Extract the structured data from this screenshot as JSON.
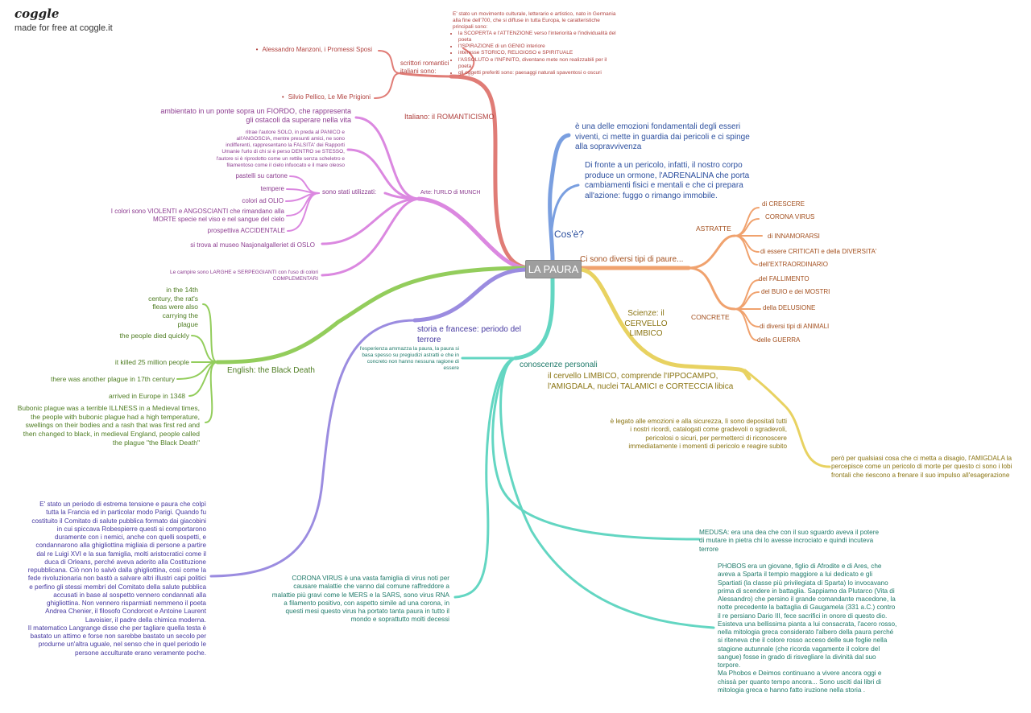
{
  "app": {
    "logo": "coggle",
    "tagline": "made for free at coggle.it"
  },
  "root": {
    "label": "LA PAURA"
  },
  "colors": {
    "red": "#e07c76",
    "violet": "#db88e0",
    "green": "#93cd5c",
    "purple": "#9b8ce0",
    "blue": "#7a9fe0",
    "orange": "#f0a26e",
    "yellow": "#e8d261",
    "teal": "#63d6c2"
  },
  "italiano": {
    "label": "Italiano: il ROMANTICISMO",
    "intro": "E' stato un movimento culturale, letterario e artistico, nato in Germania alla fine dell'700, che si diffuse in tutta Europa, le caratteristiche principali sono:",
    "points": [
      "la SCOPERTA e l'ATTENZIONE verso l'interiorità e l'individualità del poeta",
      "l'ISPIRAZIONE di un GENIO interiore",
      "interesse STORICO, RELIGIOSO e SPIRITUALE",
      "l'ASSOLUTO e l'INFINITO, diventano mete non realizzabili per il poeta",
      "gli oggetti preferiti sono: paesaggi naturali spaventosi o oscuri"
    ],
    "scrittori_label": "scrittori romantici\nitaliani sono:",
    "scrittori": [
      "Alessandro Manzoni, i Promessi Sposi",
      "Silvio Pellico, Le Mie Prigioni"
    ]
  },
  "arte": {
    "label": "Arte: l'URLO di MUNCH",
    "ponte": "ambientato in un ponte sopra un FIORDO, che rappresenta\ngli ostacoli da superare nella vita",
    "ritrae": "ritrae l'autore SOLO, in preda al PANICO e\nall'ANGOSCIA, mentre presunti amici, ne sono\nindifferenti, rappresentano la FALSITA' dei Rapporti\nUmanie l'urlo di chi si è perso DENTRO se STESSO,\nl'autore si è riprodotto come un rettile senza scheletro e\nfilamentoso come il cielo infuocato e il mare oleoso",
    "utilizzati_label": "sono stati utilizzati:",
    "utilizzati": [
      "pastelli su cartone",
      "tempere",
      "colori ad OLIO",
      "I colori sono VIOLENTI e ANGOSCIANTI che rimandano alla\nMORTE specie nel viso e nel sangue del cielo",
      "prospettiva ACCIDENTALE"
    ],
    "museo": "si trova al museo Nasjonalgalleriet di OSLO",
    "campire": "Le campire sono LARGHE e SERPEGGIANTI con l'uso di colori\nCOMPLEMENTARI"
  },
  "english": {
    "label": "English: the Black Death",
    "items": [
      "in the 14th\ncentury, the rat's\nfleas were also\ncarrying the\nplague",
      "the people died quickly",
      "it killed 25 million people",
      "there was another plague in 17th century",
      "arrived in Europe in 1348",
      "Bubonic plague was a terrible ILLNESS in a Medieval times,\nthe people with bubonic plague had a high temperature,\nswellings on their bodies and a rash that was first red and\nthen changed to black, in medieval England, people called\nthe plague \"the Black Death\""
    ]
  },
  "storia": {
    "label": "storia e francese: periodo del\nterrore",
    "text": "E' stato un periodo di estrema tensione e paura che colpì\ntutta la Francia ed in particolar modo Parigi. Quando fu\ncostituito il Comitato di salute pubblica formato dai giacobini\nin cui spiccava Robespierre questi si comportarono\nduramente con i nemici, anche con quelli sospetti, e\ncondannarono alla ghigliottina migliaia di persone a partire\ndal re Luigi XVI e la sua famiglia, molti aristocratici come il\nduca di Orleans, perché aveva aderito alla Costituzione\nrepubblicana. Ciò non lo salvò dalla ghigliottina, così come la\nfede rivoluzionaria non bastò a salvare altri illustri capi politici\ne perfino gli stessi membri del Comitato della salute pubblica\naccusati in base al sospetto vennero condannati alla\nghigliottina. Non vennero risparmiati nemmeno il poeta\nAndrea Chenier, il filosofo Condorcet e Antoine Laurent\nLavoisier, il padre della chimica moderna.\nIl matematico Langrange disse che per tagliare quella testa è\nbastato un attimo e forse non sarebbe bastato un secolo per\nprodurne un'altra uguale, nel senso che in quel periodo le\npersone acculturate erano veramente poche."
  },
  "cose": {
    "label": "Cos'è?",
    "items": [
      "è una delle emozioni fondamentali degli esseri\nviventi, ci mette in guardia dai pericoli e ci spinge\nalla sopravvivenza",
      "Di fronte a un pericolo, infatti, il nostro corpo\nproduce un ormone, l'ADRENALINA che porta\ncambiamenti fisici e mentali e che ci prepara\nall'azione: fuggo o rimango immobile."
    ]
  },
  "tipi": {
    "label": "Ci sono diversi tipi di paure...",
    "astratte_label": "ASTRATTE",
    "astratte": [
      "di CRESCERE",
      "CORONA VIRUS",
      "di INNAMORARSI",
      "di essere CRITICATI e della DIVERSITA'",
      "dell'EXTRAORDINARIO"
    ],
    "concrete_label": "CONCRETE",
    "concrete": [
      "del FALLIMENTO",
      "del BUIO e dei MOSTRI",
      "della DELUSIONE",
      "di diversi tipi di ANIMALI",
      "delle GUERRA"
    ]
  },
  "scienze": {
    "label": "Scienze: il\nCERVELLO\nLIMBICO",
    "limbico": "il cervello LIMBICO, comprende l'IPPOCAMPO,\nl'AMIGDALA, nuclei TALAMICI e CORTECCIA libica",
    "legato": "è legato alle emozioni e alla sicurezza, lì sono depositati tutti\ni nostri ricordi, catalogati come gradevoli o sgradevoli,\npericolosi o sicuri, per permetterci di riconoscere\nimmediatamente i momenti di pericolo e reagire subito",
    "pero": "però per qualsiasi cosa che ci metta a disagio, l'AMIGDALA la\npercepisce come un pericolo di morte per questo ci sono i lobi\nfrontali che riescono a frenare il suo impulso all'esagerazione"
  },
  "conoscenze": {
    "label": "conoscenze personali",
    "esperienza": "l'esperienza ammazza la paura, la paura si\nbasa spesso su pregiudizi astratti e che in\nconcreto non hanno nessuna ragione di\nessere",
    "medusa": "MEDUSA: era una dea che con il suo sguardo aveva il potere\ndi mutare in pietra chi lo avesse incrociato e quindi incuteva\nterrore",
    "phobos": "PHOBOS era un giovane, figlio di Afrodite e di Ares, che\naveva a Sparta il tempio maggiore a lui dedicato e gli\nSpartiati (la classe più privilegiata di Sparta) lo invocavano\nprima di scendere in battaglia. Sappiamo da Plutarco (Vita di\nAlessandro) che persino il grande comandante macedone, la\nnotte precedente la battaglia di Gaugamela (331 a.C.) contro\nil re persiano Dario III, fece sacrifici in onore di questo dio.\nEsisteva una bellissima pianta a lui consacrata, l'acero rosso,\nnella mitologia greca considerato l'albero della paura perché\nsi riteneva che il colore rosso acceso delle sue foglie nella\nstagione autunnale (che ricorda vagamente il colore del\nsangue) fosse in grado di risvegliare la divinità dal suo\ntorpore.\nMa Phobos e Deimos continuano a vivere ancora oggi e\nchissà per quanto tempo ancora... Sono usciti dai libri di\nmitologia greca e hanno fatto iruzione nella storia .",
    "corona": "CORONA VIRUS è una vasta famiglia di virus noti per\ncausare malattie che vanno dal comune raffreddore a\nmalattie più gravi come le MERS e la SARS, sono virus RNA\na filamento positivo, con aspetto simile ad una corona, in\nquesti mesi questo virus ha portato tanta paura in tutto il\nmondo e soprattutto molti decessi"
  }
}
